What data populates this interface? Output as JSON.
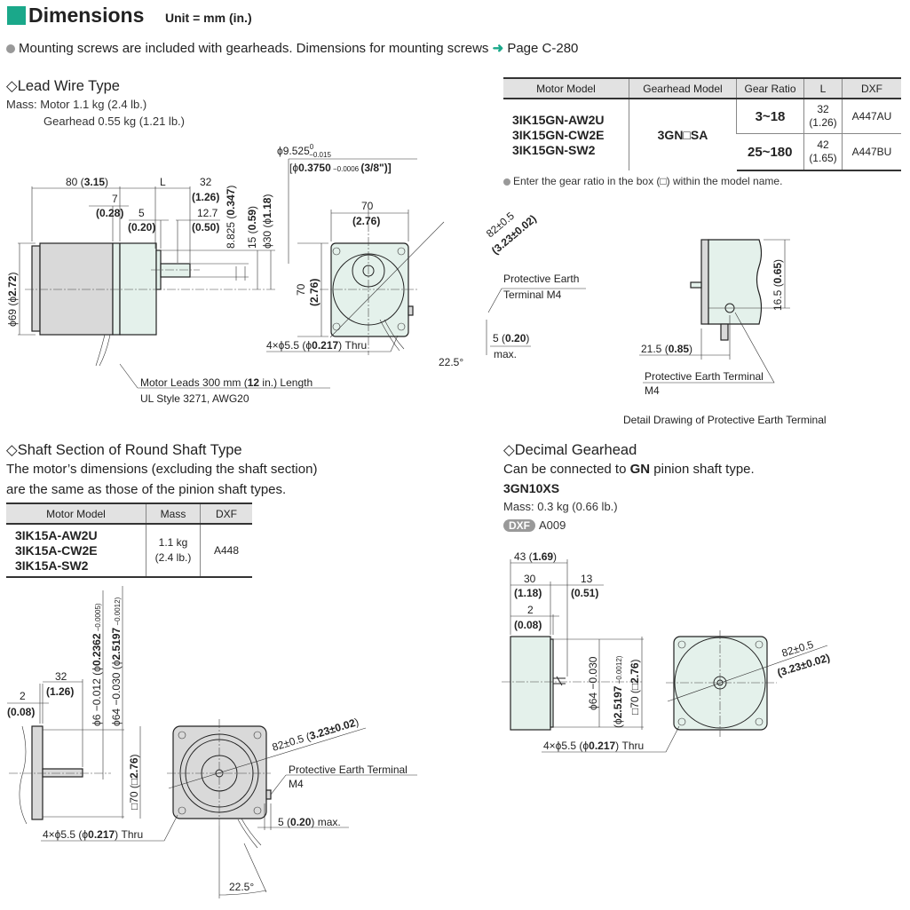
{
  "header": {
    "title": "Dimensions",
    "unit": "Unit = mm (in.)",
    "note": "Mounting screws are included with gearheads. Dimensions for mounting screws ",
    "arrow": "➜",
    "page_link": " Page C-280",
    "accent": "#1aa88a"
  },
  "lead_wire": {
    "title": "◇Lead Wire Type",
    "mass_motor": "Mass: Motor 1.1 kg (2.4 lb.)",
    "mass_gearhead": "Gearhead 0.55 kg (1.21 lb.)",
    "d80": "80 (",
    "d80i": "3.15",
    "L": "L",
    "d32": "32",
    "d32i": "1.26",
    "d7": "7",
    "d7i": "0.28",
    "d5": "5",
    "d5i": "0.20",
    "d127": "12.7",
    "d127i": "0.50",
    "d8825": "8.825 (",
    "d8825i": "0.347",
    "d15": "15 (",
    "d15i": "0.59",
    "d30": "ϕ30 (ϕ",
    "d30i": "1.18",
    "d69": "ϕ69 (ϕ",
    "d69i": "2.72",
    "shaft": "ϕ9.525",
    "shaft_up": "0",
    "shaft_lo": "−0.015",
    "shaft_in": "[ϕ",
    "shaft_in_b": "0.3750",
    "shaft_in_tol": " −0.0006 ",
    "shaft_frac": "(3/8\")]",
    "f70": "70",
    "f70i": "2.76",
    "f82": "82±0.5",
    "f82i": "3.23±0.02",
    "holes": "4×ϕ5.5 (ϕ",
    "holes_b": "0.217",
    "holes_end": ") Thru",
    "angle": "22.5°",
    "pet1": "Protective Earth",
    "pet2": "Terminal M4",
    "max5": "5 (",
    "max5i": "0.20",
    "max": "max.",
    "leads1a": "Motor Leads 300 mm (",
    "leads1b": "12",
    "leads1c": " in.) Length",
    "leads2": "UL Style 3271, AWG20",
    "det165": "16.5 (",
    "det165i": "0.65",
    "det215": "21.5 (",
    "det215i": "0.85",
    "det_pet": "Protective Earth Terminal",
    "det_m4": "M4",
    "det_caption": "Detail Drawing of Protective Earth Terminal"
  },
  "gear_table": {
    "headers": [
      "Motor Model",
      "Gearhead Model",
      "Gear Ratio",
      "L",
      "DXF"
    ],
    "motor_models": [
      "3IK15GN-AW2U",
      "3IK15GN-CW2E",
      "3IK15GN-SW2"
    ],
    "gearhead_model": "3GN□SA",
    "rows": [
      {
        "ratio": "3~18",
        "L": "32",
        "L_in": "(1.26)",
        "dxf": "A447AU"
      },
      {
        "ratio": "25~180",
        "L": "42",
        "L_in": "(1.65)",
        "dxf": "A447BU"
      }
    ],
    "note": "Enter the gear ratio in the box (□) within the model name."
  },
  "round_shaft": {
    "title": "◇Shaft Section of Round Shaft Type",
    "desc1": "The motor’s dimensions (excluding the shaft section)",
    "desc2": "are the same as those of the pinion shaft types.",
    "table": {
      "headers": [
        "Motor Model",
        "Mass",
        "DXF"
      ],
      "models": [
        "3IK15A-AW2U",
        "3IK15A-CW2E",
        "3IK15A-SW2"
      ],
      "mass": "1.1 kg",
      "mass_in": "(2.4 lb.)",
      "dxf": "A448"
    },
    "d2": "2",
    "d2i": "0.08",
    "d32": "32",
    "d32i": "1.26",
    "phi6": "ϕ6 −0.012 (ϕ",
    "phi6b": "0.2362",
    "phi6t": " −0.0005)",
    "phi64": "ϕ64 −0.030 (ϕ",
    "phi64b": "2.5197",
    "phi64t": " −0.0012)",
    "sq70": "□70 (□",
    "sq70b": "2.76",
    "sq70e": ")",
    "f82": "82±0.5 (",
    "f82b": "3.23±0.02",
    "f82e": ")",
    "pet": "Protective Earth Terminal",
    "m4": "M4",
    "max5": "5 (",
    "max5b": "0.20",
    "max5e": ") max.",
    "holes": "4×ϕ5.5 (ϕ",
    "holes_b": "0.217",
    "holes_end": ") Thru",
    "angle": "22.5°"
  },
  "decimal": {
    "title": "◇Decimal Gearhead",
    "desc_a": "Can be connected to ",
    "desc_b": "GN",
    "desc_c": " pinion shaft type.",
    "model": "3GN10XS",
    "mass": "Mass: 0.3 kg (0.66 lb.)",
    "dxf_badge": "DXF",
    "dxf": "A009",
    "d43": "43 (",
    "d43b": "1.69",
    "d30": "30",
    "d30b": "1.18",
    "d13": "13",
    "d13b": "0.51",
    "d2": "2",
    "d2b": "0.08",
    "phi64": "ϕ64 −0.030",
    "phi2519": "(ϕ",
    "phi2519b": "2.5197",
    "phi2519t": " −0.0012)",
    "sq70": "□70 (□",
    "sq70b": "2.76",
    "f82": "82±0.5",
    "f82b": "3.23±0.02",
    "holes": "4×ϕ5.5 (ϕ",
    "holes_b": "0.217",
    "holes_end": ") Thru"
  }
}
